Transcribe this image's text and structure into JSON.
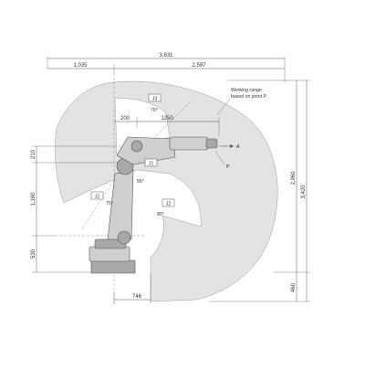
{
  "dimensions": {
    "overall_width": "3,631",
    "left_width": "1,035",
    "right_width": "2,597",
    "offset_200": "200",
    "reach_1250": "1250",
    "h_210": "210",
    "h_1160": "1,160",
    "h_530": "530",
    "h_2960": "2,960",
    "h_3420": "3,420",
    "h_460": "460",
    "w_746": "746"
  },
  "labels": {
    "working_range_line1": "Working range",
    "working_range_line2": "based on point P",
    "point_p": "P",
    "arrow_a": "A",
    "j3": "J3",
    "j1": "J1",
    "j2_left": "J2",
    "j2_right": "J2",
    "angle_j3": "70°",
    "angle_j2": "75°",
    "angle_j2b": "80°",
    "angle_j1": "55°"
  }
}
